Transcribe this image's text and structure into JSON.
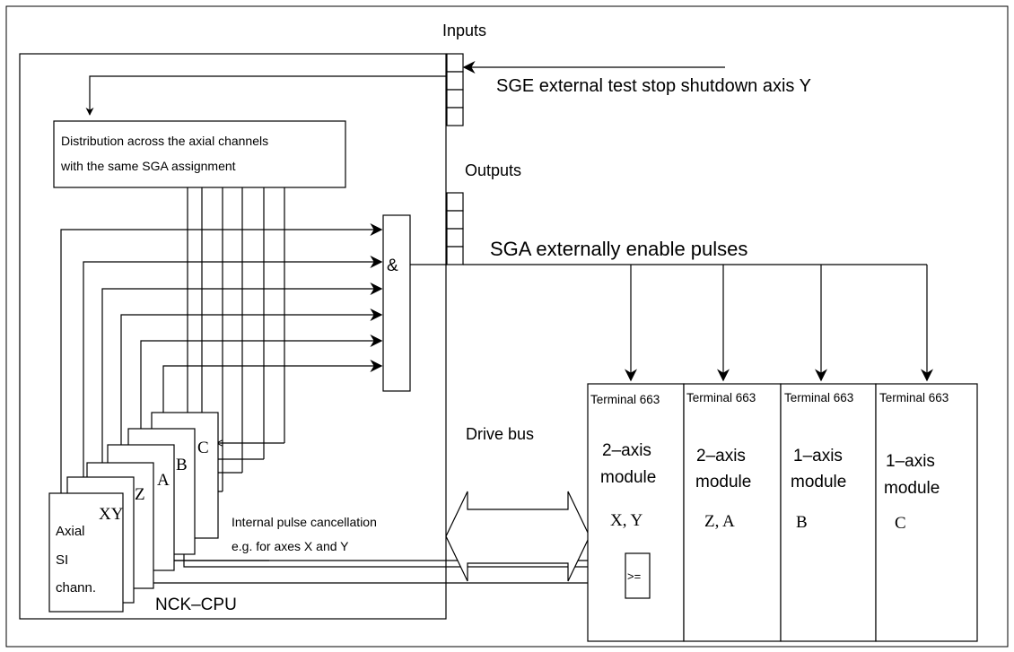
{
  "labels": {
    "inputs": "Inputs",
    "sge": "SGE external test stop shutdown axis Y",
    "distribution_line1": "Distribution across the axial channels",
    "distribution_line2": "with the same SGA assignment",
    "outputs": "Outputs",
    "sga": "SGA externally enable pulses",
    "and_gate": "&",
    "drive_bus": "Drive bus",
    "internal_line1": "Internal pulse cancellation",
    "internal_line2": "e.g. for axes X and Y",
    "nck": "NCK–CPU",
    "compare": ">=",
    "axial_line1": "Axial",
    "axial_line2": "SI",
    "axial_line3": "chann."
  },
  "axis_cards": [
    {
      "label": "XY"
    },
    {
      "label": "Z"
    },
    {
      "label": "A"
    },
    {
      "label": "B"
    },
    {
      "label": "C"
    }
  ],
  "modules": [
    {
      "terminal": "Terminal 663",
      "line1": "2–axis",
      "line2": "module",
      "axes": "X, Y"
    },
    {
      "terminal": "Terminal 663",
      "line1": "2–axis",
      "line2": "module",
      "axes": "Z, A"
    },
    {
      "terminal": "Terminal 663",
      "line1": "1–axis",
      "line2": "module",
      "axes": "B"
    },
    {
      "terminal": "Terminal 663",
      "line1": "1–axis",
      "line2": "module",
      "axes": "C"
    }
  ]
}
